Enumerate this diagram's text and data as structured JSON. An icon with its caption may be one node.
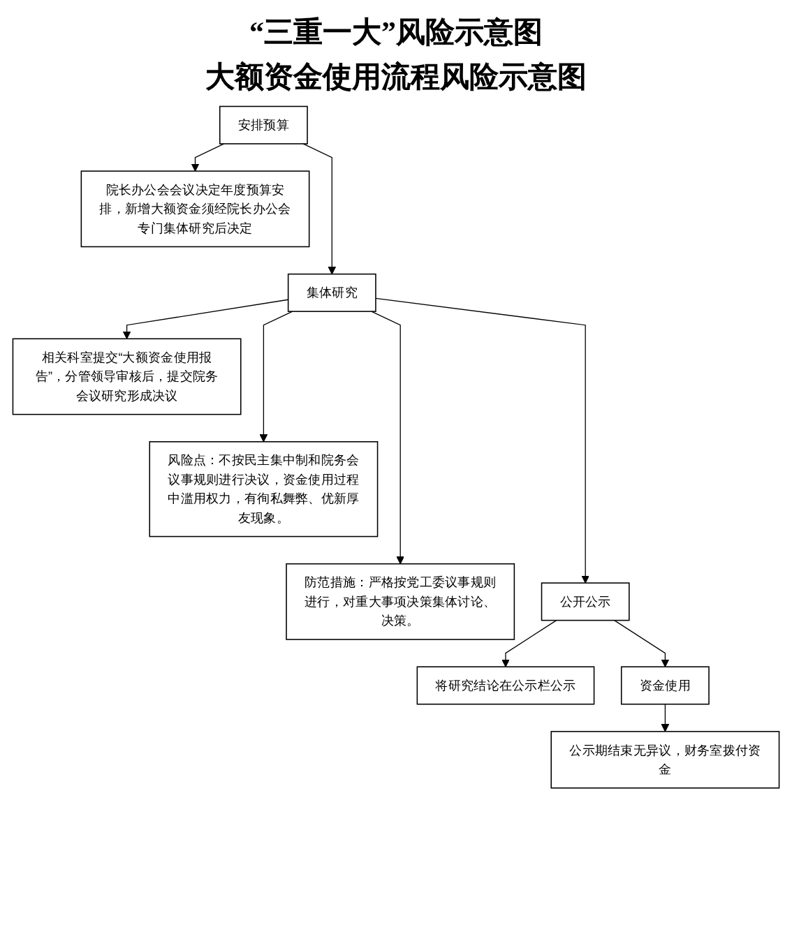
{
  "diagram": {
    "title": "“三重一大”风险示意图",
    "nodes": [
      {
        "text": [
          "安排预算"
        ]
      },
      {
        "text": [
          "院长办公会会议决定年度预算安排，新增大额资金须经院长办公会专门集体研究后决定"
        ]
      },
      {
        "text": [
          "集体研究"
        ]
      },
      {
        "text": [
          "相关科室提交“大额资金使用报告”，分管领导审核后，提交院务会议研究形成决议"
        ]
      },
      {
        "text": [
          "风险点：不按民主集中制和院务会议事规则进行决议，资金使用过程中滥用权力，有徇私舞弊、优新厚友现象。"
        ]
      },
      {
        "text": [
          "防范措施：严格按党工委议事规则进行，对重大事项决策集体讨论、决策。"
        ]
      },
      {
        "text": [
          "公开公示"
        ]
      },
      {
        "text": [
          "将研究结论在公示栏公示"
        ]
      },
      {
        "text": [
          "资金使用"
        ]
      },
      {
        "text": [
          "公示期结束无异议，财务室拨付资金"
        ]
      }
    ],
    "edges": [
      {
        "from": 0,
        "to": 1,
        "arrow": "to"
      },
      {
        "from": 0,
        "to": 2,
        "arrow": "to"
      },
      {
        "from": 2,
        "to": 3,
        "arrow": "to"
      },
      {
        "from": 2,
        "to": 4,
        "arrow": "to"
      },
      {
        "from": 2,
        "to": 5,
        "arrow": "to"
      },
      {
        "from": 2,
        "to": 6,
        "arrow": "to"
      },
      {
        "from": 6,
        "to": 7,
        "arrow": "to"
      },
      {
        "from": 6,
        "to": 8,
        "arrow": "to"
      },
      {
        "from": 8,
        "to": 9,
        "arrow": "to"
      }
    ],
    "labels": [
      "大额资金使用流程风险示意图"
    ]
  }
}
